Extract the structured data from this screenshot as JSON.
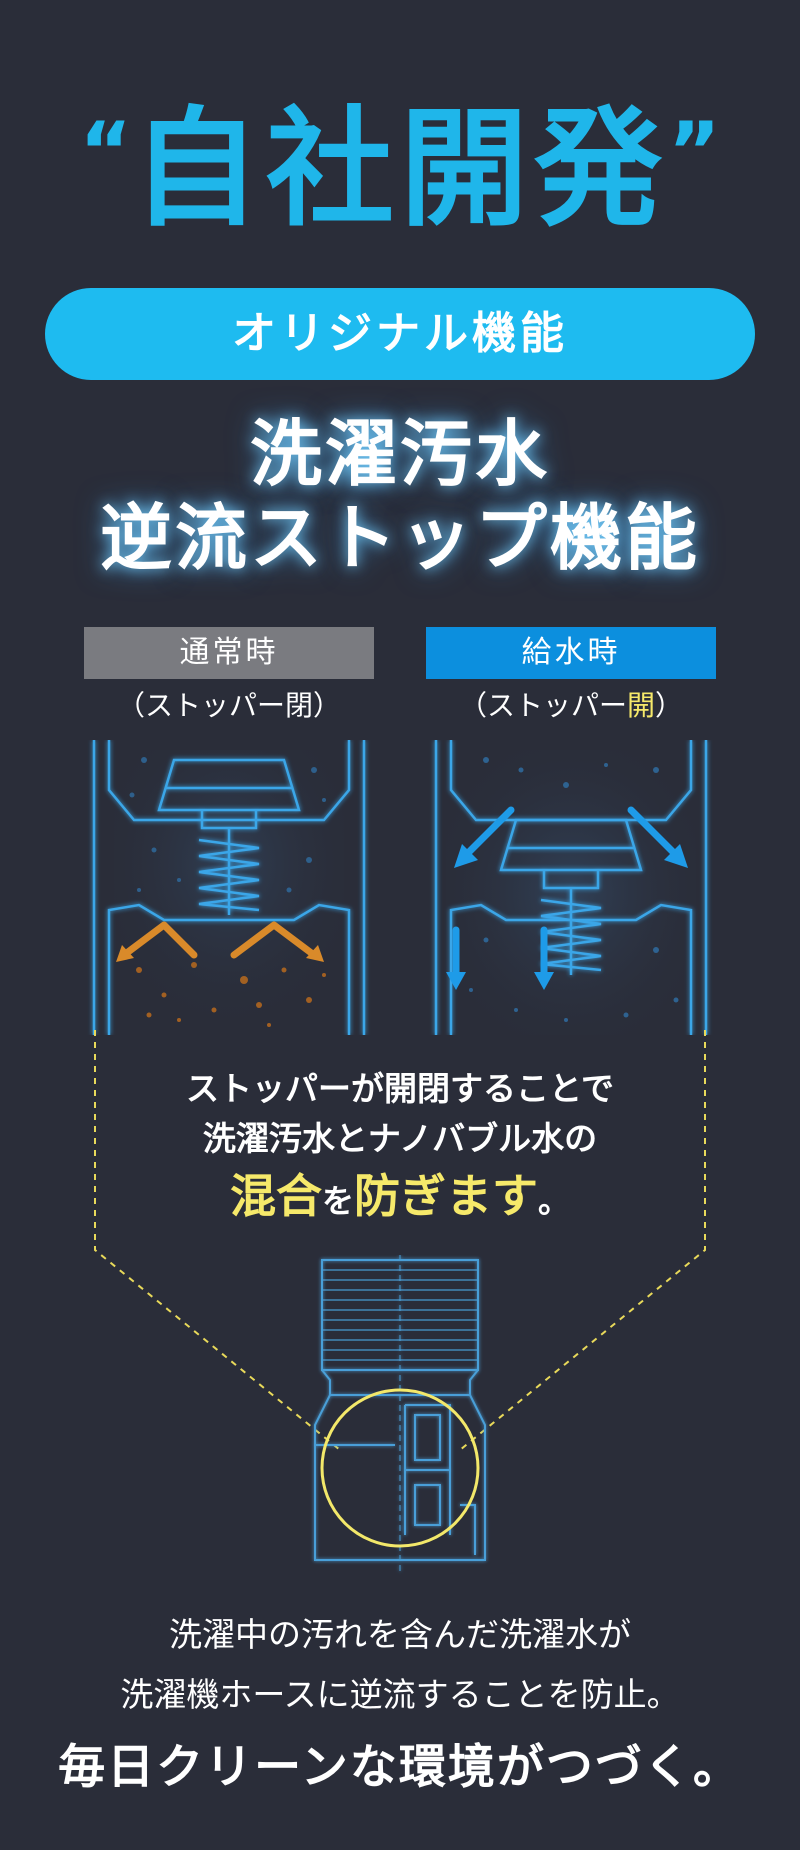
{
  "headline": {
    "open_quote": "“",
    "text": "自社開発",
    "close_quote": "”"
  },
  "badge": "オリジナル機能",
  "title": {
    "line1": "洗濯汚水",
    "line2": "逆流ストップ機能"
  },
  "left_panel": {
    "tag": "通常時",
    "paren_open": "（ストッパー",
    "paren_state": "閉",
    "paren_close": "）"
  },
  "right_panel": {
    "tag": "給水時",
    "paren_open": "（ストッパー",
    "paren_state": "開",
    "paren_close": "）"
  },
  "message": {
    "line1": "ストッパーが開閉することで",
    "line2": "洗濯汚水とナノバブル水の",
    "emph1": "混合",
    "mid": "を",
    "emph2": "防ぎます",
    "end": "。"
  },
  "footer": {
    "line1": "洗濯中の汚れを含んだ洗濯水が",
    "line2": "洗濯機ホースに逆流することを防止。",
    "line3": "毎日クリーンな環境がつづく。"
  },
  "colors": {
    "background": "#2a2d39",
    "accent_blue": "#1fb6ea",
    "tag_gray": "#7a7b80",
    "tag_blue": "#0c8fde",
    "highlight_yellow": "#f6e96a",
    "arrow_orange": "#d98a2a",
    "line_blue": "#3aa6e8"
  }
}
